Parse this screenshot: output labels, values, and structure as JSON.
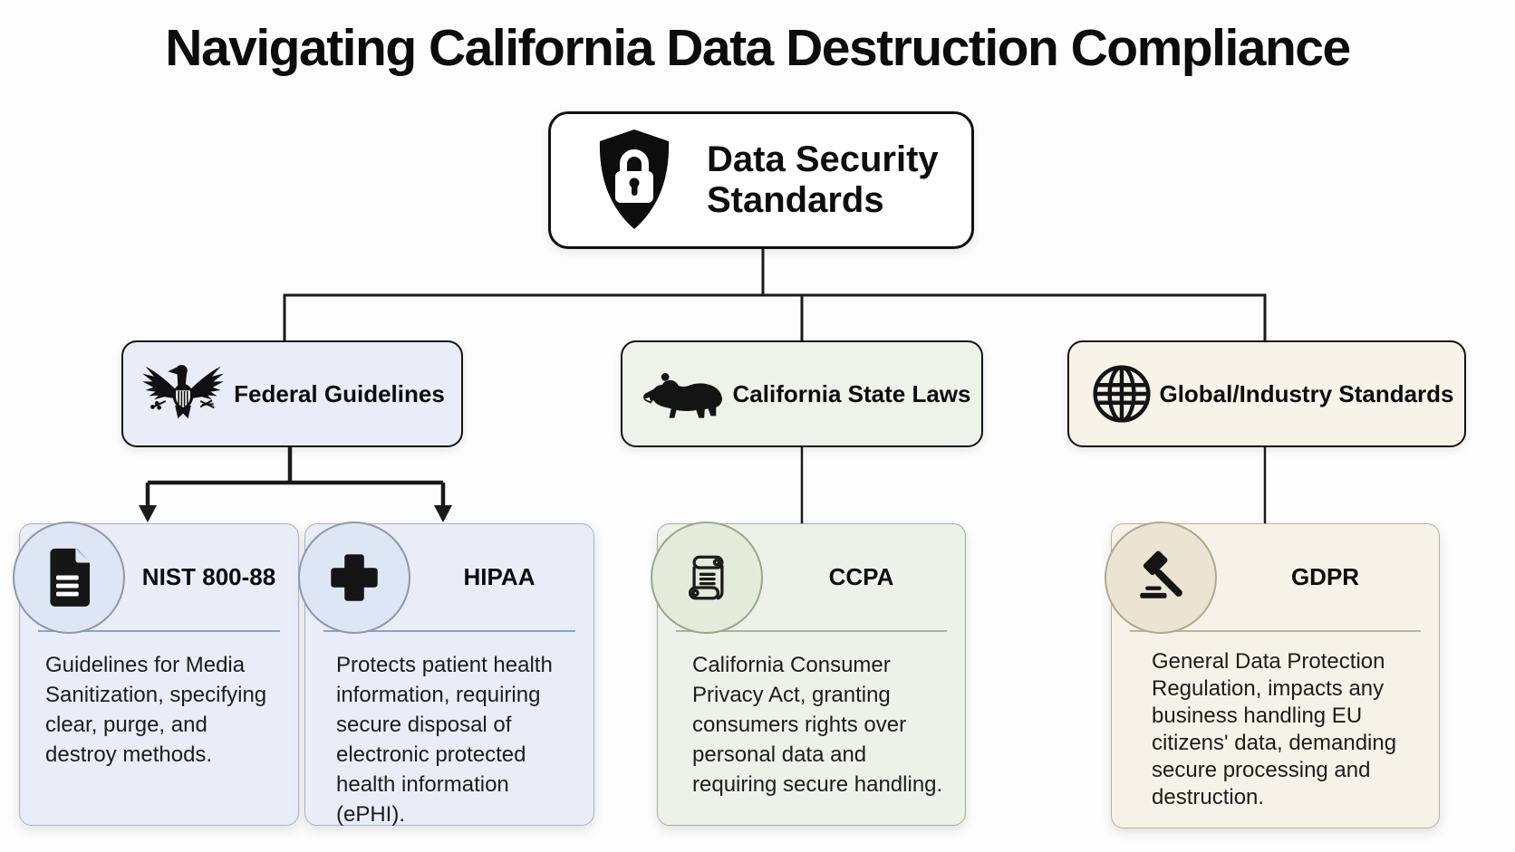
{
  "title": "Navigating California Data Destruction Compliance",
  "root": {
    "label": "Data Security Standards",
    "icon": "shield-lock-icon"
  },
  "branches": [
    {
      "id": "federal",
      "label": "Federal Guidelines",
      "icon": "federal-eagle-icon",
      "bg": "#e9edf8"
    },
    {
      "id": "california",
      "label": "California State Laws",
      "icon": "bear-icon",
      "bg": "#edf3e8"
    },
    {
      "id": "global",
      "label": "Global/Industry Standards",
      "icon": "globe-icon",
      "bg": "#f7f3e9"
    }
  ],
  "cards": [
    {
      "id": "nist",
      "parent": "federal",
      "title": "NIST 800-88",
      "icon": "document-icon",
      "description": "Guidelines for Media Sanitization, specifying clear, purge, and destroy methods."
    },
    {
      "id": "hipaa",
      "parent": "federal",
      "title": "HIPAA",
      "icon": "medical-cross-icon",
      "description": "Protects patient health information, requiring secure disposal of electronic protected health information (ePHI)."
    },
    {
      "id": "ccpa",
      "parent": "california",
      "title": "CCPA",
      "icon": "scroll-icon",
      "description": "California Consumer Privacy Act, granting consumers rights over personal data and requiring secure handling."
    },
    {
      "id": "gdpr",
      "parent": "global",
      "title": "GDPR",
      "icon": "gavel-icon",
      "description": "General Data Protection Regulation, impacts any business handling EU citizens' data, demanding secure processing and destruction."
    }
  ],
  "colors": {
    "background": "#ffffff",
    "connector": "#1a1a1a",
    "text": "#161616",
    "federal_theme_bg": "#e9edf8",
    "federal_badge_bg": "#dee5f4",
    "federal_divider": "#87a3cc",
    "california_theme_bg": "#edf3e8",
    "california_badge_bg": "#e3ecda",
    "california_divider": "#a9b2a0",
    "global_theme_bg": "#f6f2e7",
    "global_badge_bg": "#ebe4d2",
    "global_divider": "#bdb58f"
  }
}
